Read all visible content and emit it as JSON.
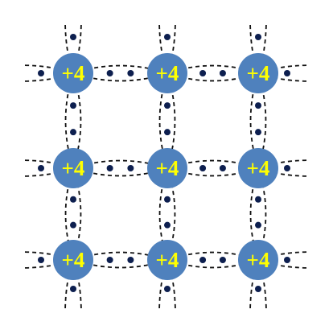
{
  "atoms": [
    {
      "label": "+4"
    },
    {
      "label": "+4"
    },
    {
      "label": "+4"
    },
    {
      "label": "+4"
    },
    {
      "label": "+4"
    },
    {
      "label": "+4"
    },
    {
      "label": "+4"
    },
    {
      "label": "+4"
    },
    {
      "label": "+4"
    }
  ],
  "colors": {
    "atom_fill": "#4f81bd",
    "atom_label": "#ffff00",
    "electron": "#0d1f4f",
    "bond_outline": "#111111"
  }
}
